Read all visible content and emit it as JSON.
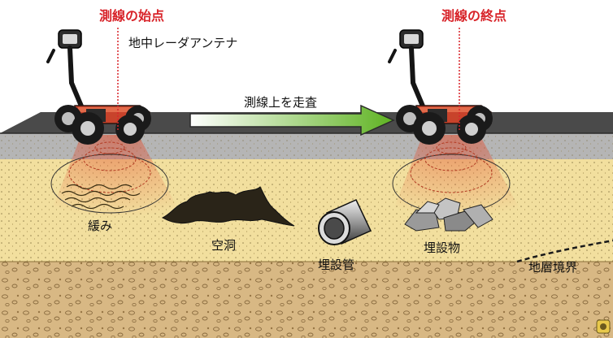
{
  "labels": {
    "start_point": "測線の始点",
    "end_point": "測線の終点",
    "antenna": "地中レーダアンテナ",
    "scan_direction": "測線上を走査",
    "loosening": "緩み",
    "cavity": "空洞",
    "buried_pipe": "埋設管",
    "buried_object": "埋設物",
    "stratum_boundary": "地層境界"
  },
  "colors": {
    "marker_red": "#d8242a",
    "asphalt": "#4a4a4a",
    "base_course": "#b5b5b5",
    "sand": "#f2df9e",
    "lower_soil": "#d8b884",
    "device_body": "#c8432b",
    "arrow_green": "#6cbf2a"
  },
  "icons": [
    "gpr-cart-icon",
    "radar-beam-icon",
    "scan-arrow-icon",
    "cavity-icon",
    "pipe-icon",
    "rubble-icon",
    "logo-badge-icon"
  ]
}
